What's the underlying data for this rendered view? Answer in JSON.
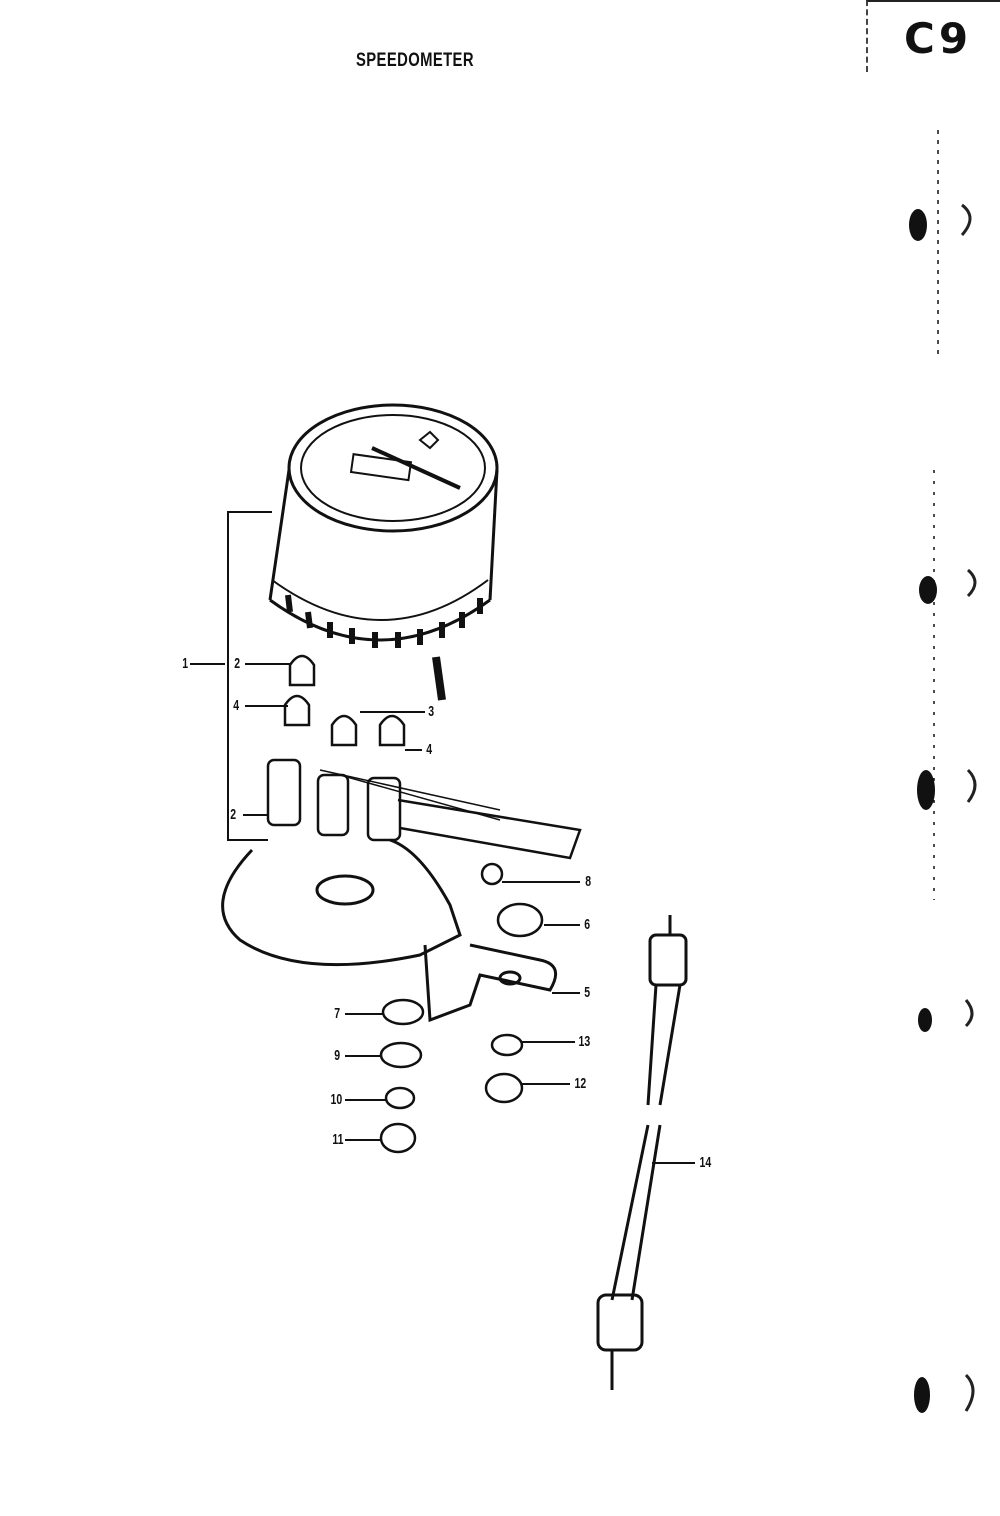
{
  "page": {
    "title": "SPEEDOMETER",
    "code": "C9"
  },
  "callouts": [
    {
      "id": "c1",
      "label": "1"
    },
    {
      "id": "c2a",
      "label": "2"
    },
    {
      "id": "c4a",
      "label": "4"
    },
    {
      "id": "c3",
      "label": "3"
    },
    {
      "id": "c4b",
      "label": "4"
    },
    {
      "id": "c2b",
      "label": "2"
    },
    {
      "id": "c8a",
      "label": "8"
    },
    {
      "id": "c6",
      "label": "6"
    },
    {
      "id": "c5",
      "label": "5"
    },
    {
      "id": "c7",
      "label": "7"
    },
    {
      "id": "c13",
      "label": "13"
    },
    {
      "id": "c9",
      "label": "9"
    },
    {
      "id": "c12",
      "label": "12"
    },
    {
      "id": "c10",
      "label": "10"
    },
    {
      "id": "c11",
      "label": "11"
    },
    {
      "id": "c14",
      "label": "14"
    }
  ]
}
